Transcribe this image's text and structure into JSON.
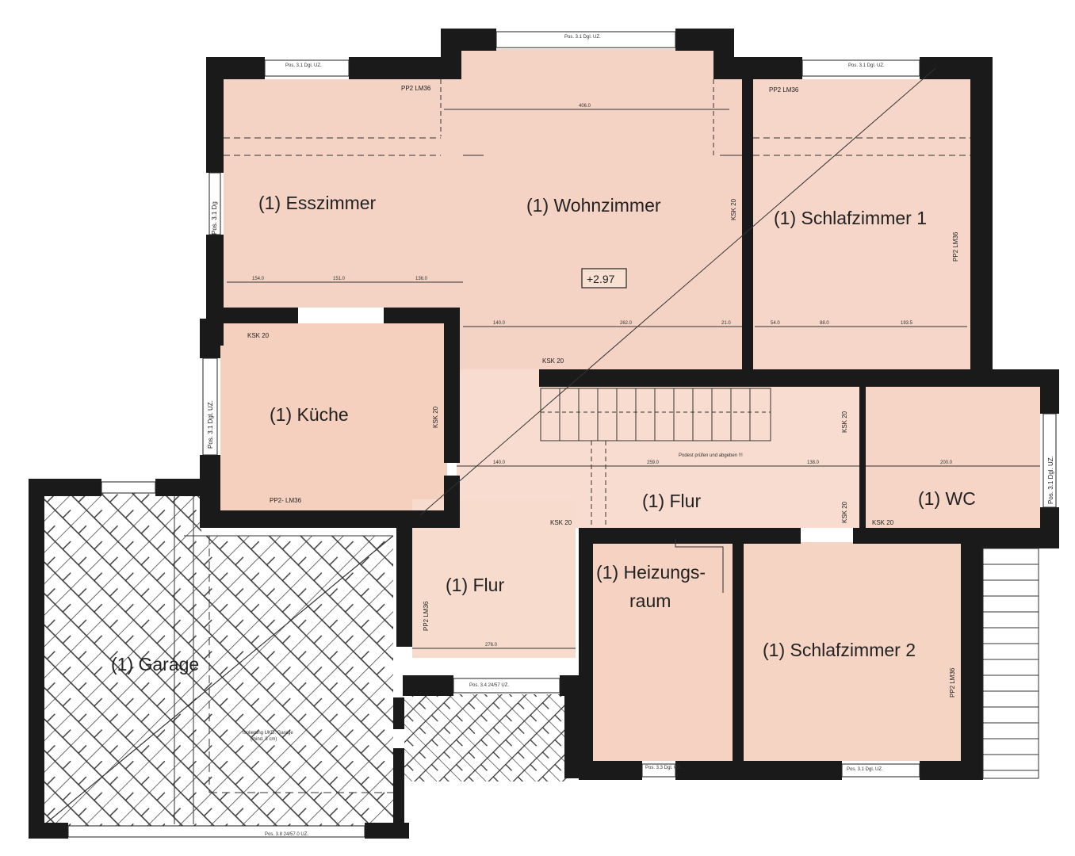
{
  "rooms": {
    "esszimmer": "(1) Esszimmer",
    "wohnzimmer": "(1) Wohnzimmer",
    "schlafzimmer1": "(1) Schlafzimmer 1",
    "kueche": "(1) Küche",
    "flur_upper": "(1) Flur",
    "wc": "(1) WC",
    "flur_lower": "(1) Flur",
    "heizungsraum_line1": "(1) Heizungs-",
    "heizungsraum_line2": "raum",
    "schlafzimmer2": "(1) Schlafzimmer 2",
    "garage": "(1) Garage"
  },
  "level_marker": "+2.97",
  "annotations": {
    "ksk20": "KSK 20",
    "pp2_lm36": "PP2 LM36",
    "pp2_lm36_kueche": "PP2- LM36",
    "pos31_dgl_vertical": "Pos. 3.1 Dgl. UZ.",
    "pos31_dg": "Pos. 3.1 Dg",
    "pos31_top": "Pos. 3.1 Dgl. UZ.",
    "pos33": "Pos. 3.3 Dgl. UZ.",
    "pos38": "Pos. 3.8 24/57.0 UZ.",
    "pos34": "Pos. 3.4 24/57 UZ.",
    "isolation": "Isolierung UKD. Garage",
    "isolation2": "(mind. 8 cm)",
    "stair_note": "Podest prüfen und abgeben !!!"
  },
  "dimensions": {
    "d4060": "406.0",
    "d1540": "154.0",
    "d1510": "151.0",
    "d1360": "136.0",
    "d1400": "140.0",
    "d2620": "262.0",
    "d210": "21.0",
    "d540": "54.0",
    "d880": "88.0",
    "d1930": "193.5",
    "d2590": "259.0",
    "d1380": "138.0",
    "d2000": "200.0",
    "d2760": "276.0"
  },
  "colors": {
    "wall": "#1a1a1a",
    "floor": "#f5d3c4",
    "floor_light": "#f8e0d3",
    "hatch": "#333333",
    "paper": "#ffffff"
  }
}
